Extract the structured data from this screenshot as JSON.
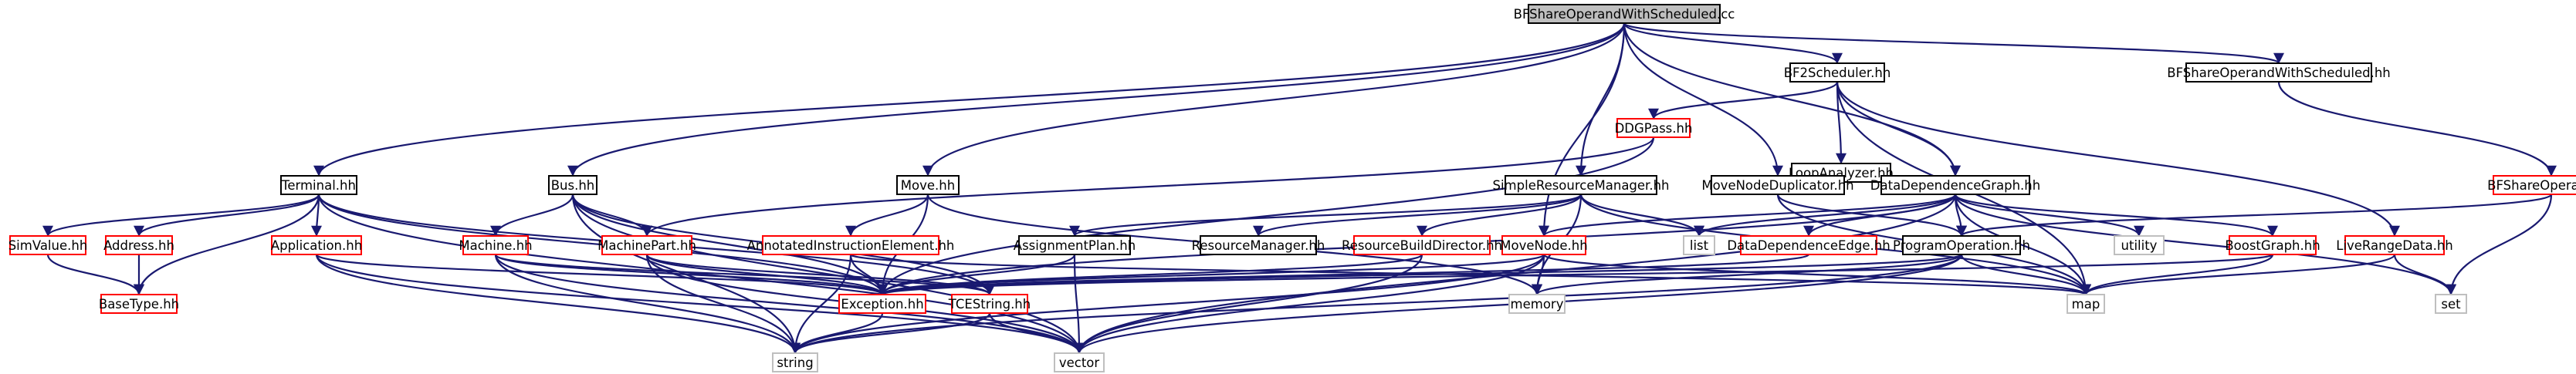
{
  "colors": {
    "root_fill": "#bfbfbf",
    "root_border": "#000000",
    "normal_border": "#000000",
    "missing_border": "#ff0000",
    "system_border": "#bfbfbf",
    "edge": "#191970",
    "background": "#ffffff"
  },
  "nodes": [
    {
      "id": "root",
      "label": "BFShareOperandWithScheduled.cc",
      "kind": "root"
    },
    {
      "id": "bf2",
      "label": "BF2Scheduler.hh",
      "kind": "normal"
    },
    {
      "id": "bfsows",
      "label": "BFShareOperandWithScheduled.hh",
      "kind": "normal"
    },
    {
      "id": "ddgpass",
      "label": "DDGPass.hh",
      "kind": "missing"
    },
    {
      "id": "loop",
      "label": "LoopAnalyzer.hh",
      "kind": "normal"
    },
    {
      "id": "terminal",
      "label": "Terminal.hh",
      "kind": "normal"
    },
    {
      "id": "bus",
      "label": "Bus.hh",
      "kind": "normal"
    },
    {
      "id": "move",
      "label": "Move.hh",
      "kind": "normal"
    },
    {
      "id": "srm",
      "label": "SimpleResourceManager.hh",
      "kind": "normal"
    },
    {
      "id": "mnd",
      "label": "MoveNodeDuplicator.hh",
      "kind": "normal"
    },
    {
      "id": "ddg",
      "label": "DataDependenceGraph.hh",
      "kind": "normal"
    },
    {
      "id": "bfso",
      "label": "BFShareOperand.hh",
      "kind": "missing"
    },
    {
      "id": "simvalue",
      "label": "SimValue.hh",
      "kind": "missing"
    },
    {
      "id": "address",
      "label": "Address.hh",
      "kind": "missing"
    },
    {
      "id": "application",
      "label": "Application.hh",
      "kind": "missing"
    },
    {
      "id": "machine",
      "label": "Machine.hh",
      "kind": "missing"
    },
    {
      "id": "machinepart",
      "label": "MachinePart.hh",
      "kind": "missing"
    },
    {
      "id": "aie",
      "label": "AnnotatedInstructionElement.hh",
      "kind": "missing"
    },
    {
      "id": "aplan",
      "label": "AssignmentPlan.hh",
      "kind": "normal"
    },
    {
      "id": "rm",
      "label": "ResourceManager.hh",
      "kind": "normal"
    },
    {
      "id": "rbd",
      "label": "ResourceBuildDirector.hh",
      "kind": "missing"
    },
    {
      "id": "movenode",
      "label": "MoveNode.hh",
      "kind": "missing"
    },
    {
      "id": "list",
      "label": "list",
      "kind": "system"
    },
    {
      "id": "dde",
      "label": "DataDependenceEdge.hh",
      "kind": "missing"
    },
    {
      "id": "progop",
      "label": "ProgramOperation.hh",
      "kind": "normal"
    },
    {
      "id": "utility",
      "label": "utility",
      "kind": "system"
    },
    {
      "id": "boost",
      "label": "BoostGraph.hh",
      "kind": "missing"
    },
    {
      "id": "lrd",
      "label": "LiveRangeData.hh",
      "kind": "missing"
    },
    {
      "id": "basetype",
      "label": "BaseType.hh",
      "kind": "missing"
    },
    {
      "id": "exception",
      "label": "Exception.hh",
      "kind": "missing"
    },
    {
      "id": "tcestring",
      "label": "TCEString.hh",
      "kind": "missing"
    },
    {
      "id": "memory",
      "label": "memory",
      "kind": "system"
    },
    {
      "id": "map",
      "label": "map",
      "kind": "system"
    },
    {
      "id": "set",
      "label": "set",
      "kind": "system"
    },
    {
      "id": "string",
      "label": "string",
      "kind": "system"
    },
    {
      "id": "vector",
      "label": "vector",
      "kind": "system"
    }
  ],
  "edges": [
    [
      "root",
      "bf2"
    ],
    [
      "root",
      "bfsows"
    ],
    [
      "root",
      "terminal"
    ],
    [
      "root",
      "bus"
    ],
    [
      "root",
      "move"
    ],
    [
      "root",
      "srm"
    ],
    [
      "root",
      "mnd"
    ],
    [
      "root",
      "ddg"
    ],
    [
      "root",
      "movenode"
    ],
    [
      "bf2",
      "ddgpass"
    ],
    [
      "bf2",
      "loop"
    ],
    [
      "bf2",
      "ddg"
    ],
    [
      "bf2",
      "lrd"
    ],
    [
      "bf2",
      "map"
    ],
    [
      "bfsows",
      "bfso"
    ],
    [
      "bfso",
      "progop"
    ],
    [
      "bfso",
      "set"
    ],
    [
      "ddgpass",
      "machinepart"
    ],
    [
      "ddgpass",
      "exception"
    ],
    [
      "loop",
      "ddg"
    ],
    [
      "terminal",
      "simvalue"
    ],
    [
      "terminal",
      "address"
    ],
    [
      "terminal",
      "application"
    ],
    [
      "terminal",
      "basetype"
    ],
    [
      "terminal",
      "tcestring"
    ],
    [
      "terminal",
      "exception"
    ],
    [
      "terminal",
      "vector"
    ],
    [
      "bus",
      "machine"
    ],
    [
      "bus",
      "machinepart"
    ],
    [
      "bus",
      "exception"
    ],
    [
      "bus",
      "string"
    ],
    [
      "bus",
      "vector"
    ],
    [
      "bus",
      "tcestring"
    ],
    [
      "move",
      "aie"
    ],
    [
      "move",
      "exception"
    ],
    [
      "move",
      "memory"
    ],
    [
      "srm",
      "aplan"
    ],
    [
      "srm",
      "rm"
    ],
    [
      "srm",
      "rbd"
    ],
    [
      "srm",
      "list"
    ],
    [
      "srm",
      "map"
    ],
    [
      "srm",
      "memory"
    ],
    [
      "mnd",
      "progop"
    ],
    [
      "mnd",
      "map"
    ],
    [
      "ddg",
      "movenode"
    ],
    [
      "ddg",
      "dde"
    ],
    [
      "ddg",
      "progop"
    ],
    [
      "ddg",
      "list"
    ],
    [
      "ddg",
      "utility"
    ],
    [
      "ddg",
      "boost"
    ],
    [
      "ddg",
      "map"
    ],
    [
      "ddg",
      "set"
    ],
    [
      "ddg",
      "vector"
    ],
    [
      "ddg",
      "exception"
    ],
    [
      "simvalue",
      "basetype"
    ],
    [
      "address",
      "basetype"
    ],
    [
      "application",
      "exception"
    ],
    [
      "application",
      "string"
    ],
    [
      "application",
      "vector"
    ],
    [
      "machine",
      "exception"
    ],
    [
      "machine",
      "string"
    ],
    [
      "machine",
      "vector"
    ],
    [
      "machine",
      "tcestring"
    ],
    [
      "machinepart",
      "exception"
    ],
    [
      "machinepart",
      "string"
    ],
    [
      "machinepart",
      "vector"
    ],
    [
      "machinepart",
      "tcestring"
    ],
    [
      "aie",
      "exception"
    ],
    [
      "aie",
      "string"
    ],
    [
      "aie",
      "map"
    ],
    [
      "aplan",
      "exception"
    ],
    [
      "aplan",
      "vector"
    ],
    [
      "rbd",
      "exception"
    ],
    [
      "rbd",
      "vector"
    ],
    [
      "movenode",
      "exception"
    ],
    [
      "movenode",
      "memory"
    ],
    [
      "movenode",
      "string"
    ],
    [
      "movenode",
      "vector"
    ],
    [
      "movenode",
      "map"
    ],
    [
      "dde",
      "exception"
    ],
    [
      "progop",
      "exception"
    ],
    [
      "progop",
      "memory"
    ],
    [
      "progop",
      "map"
    ],
    [
      "progop",
      "string"
    ],
    [
      "progop",
      "vector"
    ],
    [
      "boost",
      "exception"
    ],
    [
      "boost",
      "map"
    ],
    [
      "lrd",
      "map"
    ],
    [
      "lrd",
      "set"
    ],
    [
      "exception",
      "string"
    ],
    [
      "tcestring",
      "string"
    ],
    [
      "tcestring",
      "vector"
    ]
  ]
}
